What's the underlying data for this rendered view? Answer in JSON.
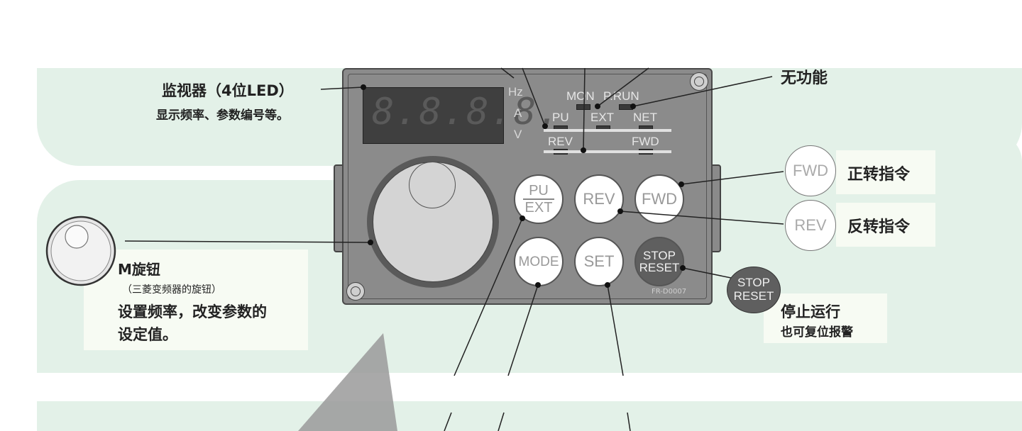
{
  "display": {
    "digits": "8.8.8.8.",
    "unit_hz": "Hz",
    "unit_a": "A",
    "unit_v": "V"
  },
  "indicators": {
    "mon": "MON",
    "prun": "P.RUN",
    "pu": "PU",
    "ext": "EXT",
    "net": "NET",
    "rev": "REV",
    "fwd": "FWD"
  },
  "buttons": {
    "pu": "PU",
    "ext": "EXT",
    "rev": "REV",
    "fwd": "FWD",
    "mode": "MODE",
    "set": "SET",
    "stop": "STOP",
    "reset": "RESET"
  },
  "model": "FR-D0007",
  "callouts": {
    "monitor_title": "监视器（4位LED）",
    "monitor_desc": "显示频率、参数编号等。",
    "no_function": "无功能",
    "fwd_label": "FWD",
    "fwd_desc": "正转指令",
    "rev_label": "REV",
    "rev_desc": "反转指令",
    "m_knob_title": "M旋钮",
    "m_knob_sub": "（三菱变频器的旋钮）",
    "m_knob_desc1": "设置频率，改变参数的",
    "m_knob_desc2": "设定值。",
    "stop_label1": "STOP",
    "stop_label2": "RESET",
    "stop_desc1": "停止运行",
    "stop_desc2": "也可复位报警"
  },
  "colors": {
    "background_band": "#e3f1e8",
    "panel": "#8b8b8b",
    "led_window": "#3f3f3f",
    "stop_button": "#5f5f5f"
  }
}
